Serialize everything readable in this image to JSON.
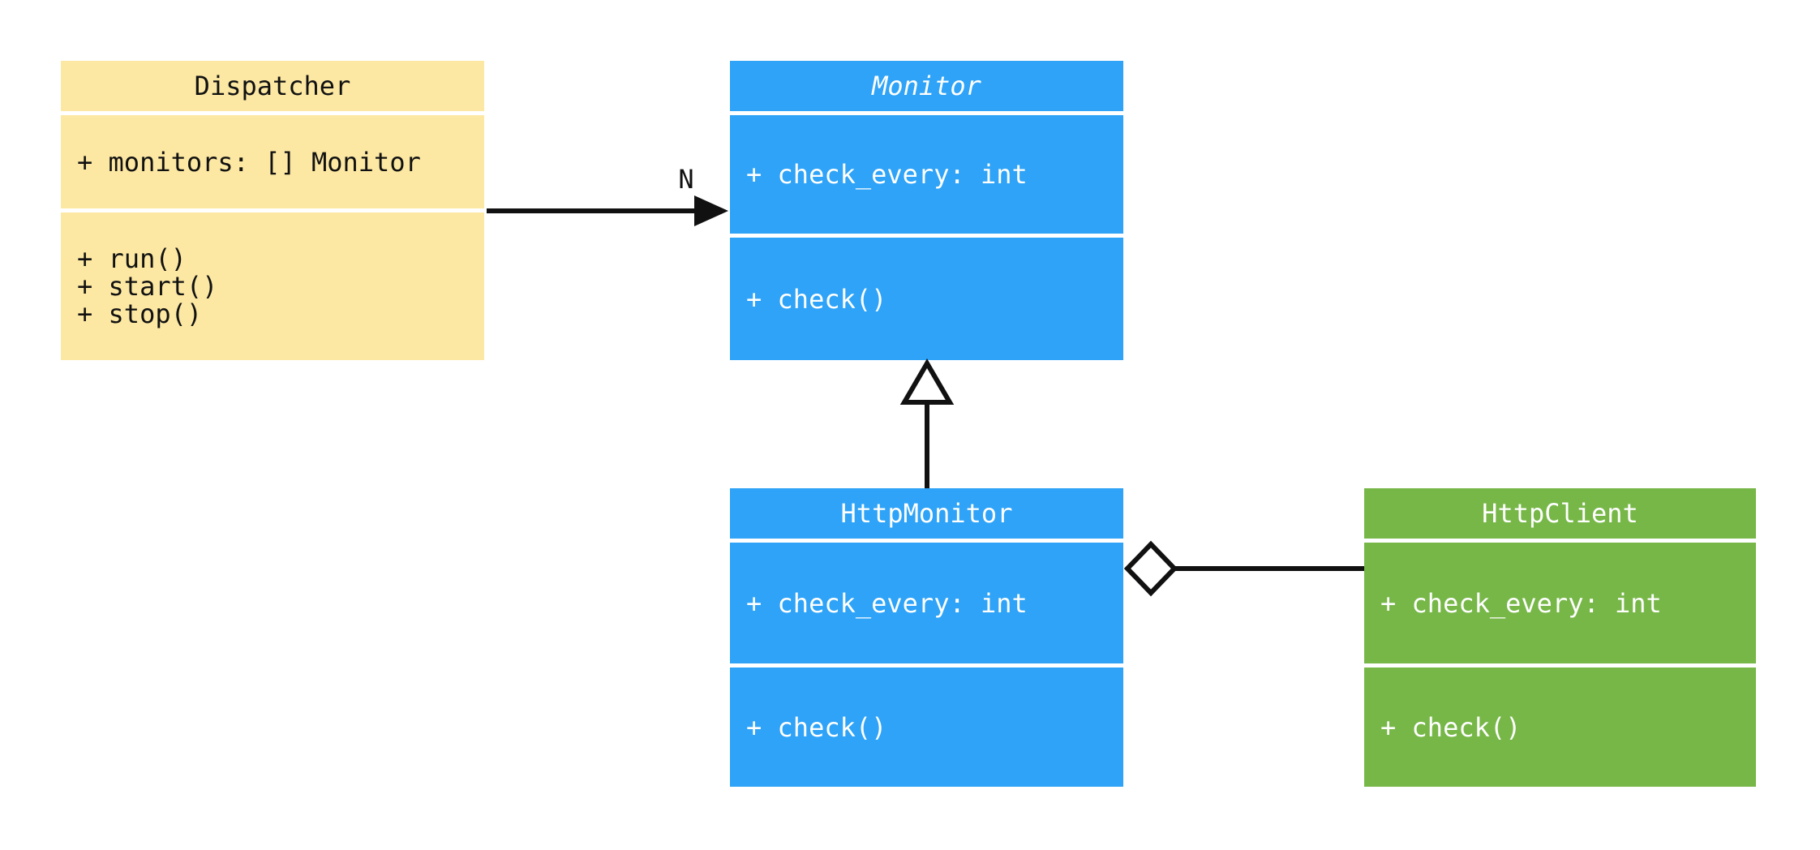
{
  "diagram": {
    "kind": "UML class diagram",
    "classes": [
      {
        "name": "Dispatcher",
        "abstract": false,
        "fill_color": "#fce8a3",
        "text_color": "#111111",
        "attributes": [
          "+ monitors: [] Monitor"
        ],
        "methods": [
          "+ run()",
          "+ start()",
          "+ stop()"
        ]
      },
      {
        "name": "Monitor",
        "abstract": true,
        "fill_color": "#2ea3f7",
        "text_color": "#ffffff",
        "attributes": [
          "+ check_every: int"
        ],
        "methods": [
          "+ check()"
        ]
      },
      {
        "name": "HttpMonitor",
        "abstract": false,
        "fill_color": "#2ea3f7",
        "text_color": "#ffffff",
        "attributes": [
          "+ check_every: int"
        ],
        "methods": [
          "+ check()"
        ]
      },
      {
        "name": "HttpClient",
        "abstract": false,
        "fill_color": "#77b748",
        "text_color": "#ffffff",
        "attributes": [
          "+ check_every: int"
        ],
        "methods": [
          "+ check()"
        ]
      }
    ],
    "relationships": [
      {
        "type": "directed-association",
        "from": "Dispatcher",
        "to": "Monitor",
        "label": "N"
      },
      {
        "type": "inheritance",
        "from": "HttpMonitor",
        "to": "Monitor"
      },
      {
        "type": "aggregation",
        "whole": "HttpMonitor",
        "part": "HttpClient"
      }
    ],
    "line_color": "#111111",
    "separator_color": "#ffffff",
    "background_color": "#ffffff"
  }
}
